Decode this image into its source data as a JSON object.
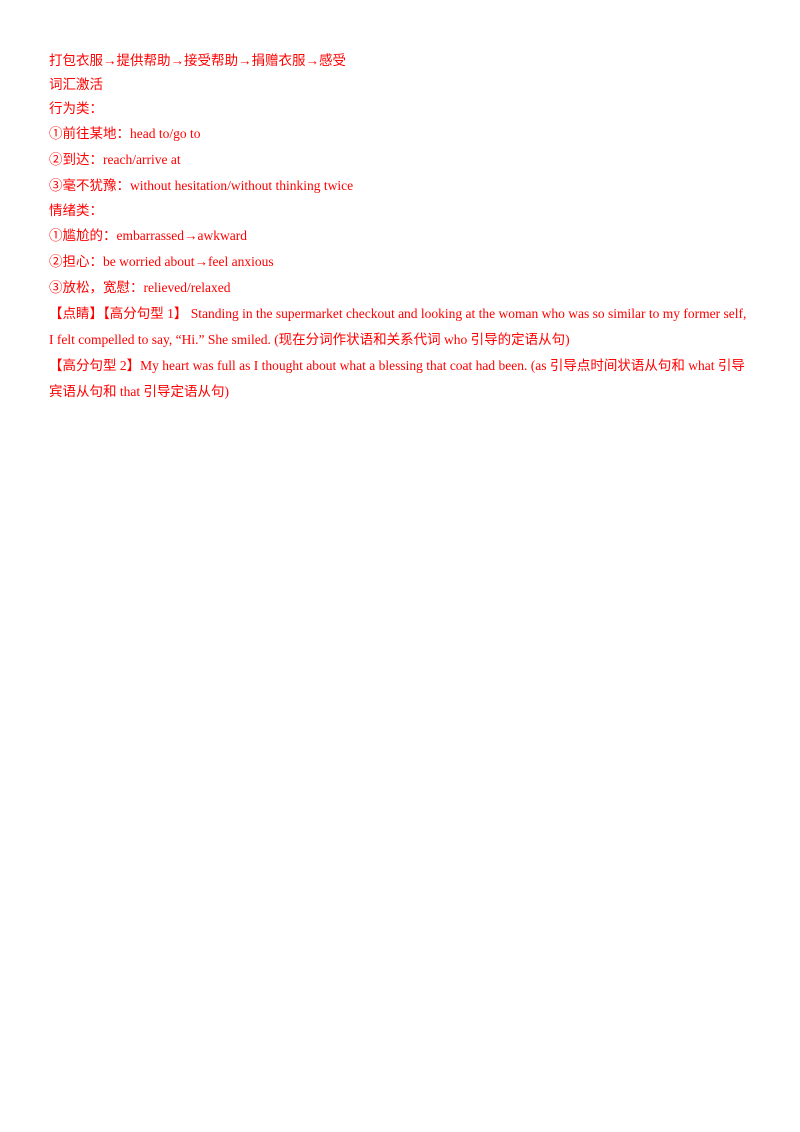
{
  "document": {
    "flow_line": "打包衣服→提供帮助→接受帮助→捐赠衣服→感受",
    "vocab_heading": "词汇激活",
    "action_heading": "行为类：",
    "action_items": [
      "①前往某地：head to/go to",
      "②到达：reach/arrive at",
      "③毫不犹豫：without hesitation/without thinking twice"
    ],
    "emotion_heading": "情绪类：",
    "emotion_items": [
      "①尴尬的：embarrassed→awkward",
      "②担心：be worried about→feel anxious",
      "③放松，宽慰：relieved/relaxed"
    ],
    "highlight_1": "【点睛】【高分句型 1】 Standing in the supermarket checkout and looking at the woman who was so similar to my former self, I felt compelled to say, “Hi.” She smiled. (现在分词作状语和关系代词 who 引导的定语从句)",
    "highlight_2": "【高分句型 2】My heart was full as I thought about what a blessing that coat had been. (as 引导点时间状语从句和 what 引导宾语从句和 that 引导定语从句)"
  },
  "colors": {
    "text": "#ff0000",
    "background": "#ffffff"
  }
}
